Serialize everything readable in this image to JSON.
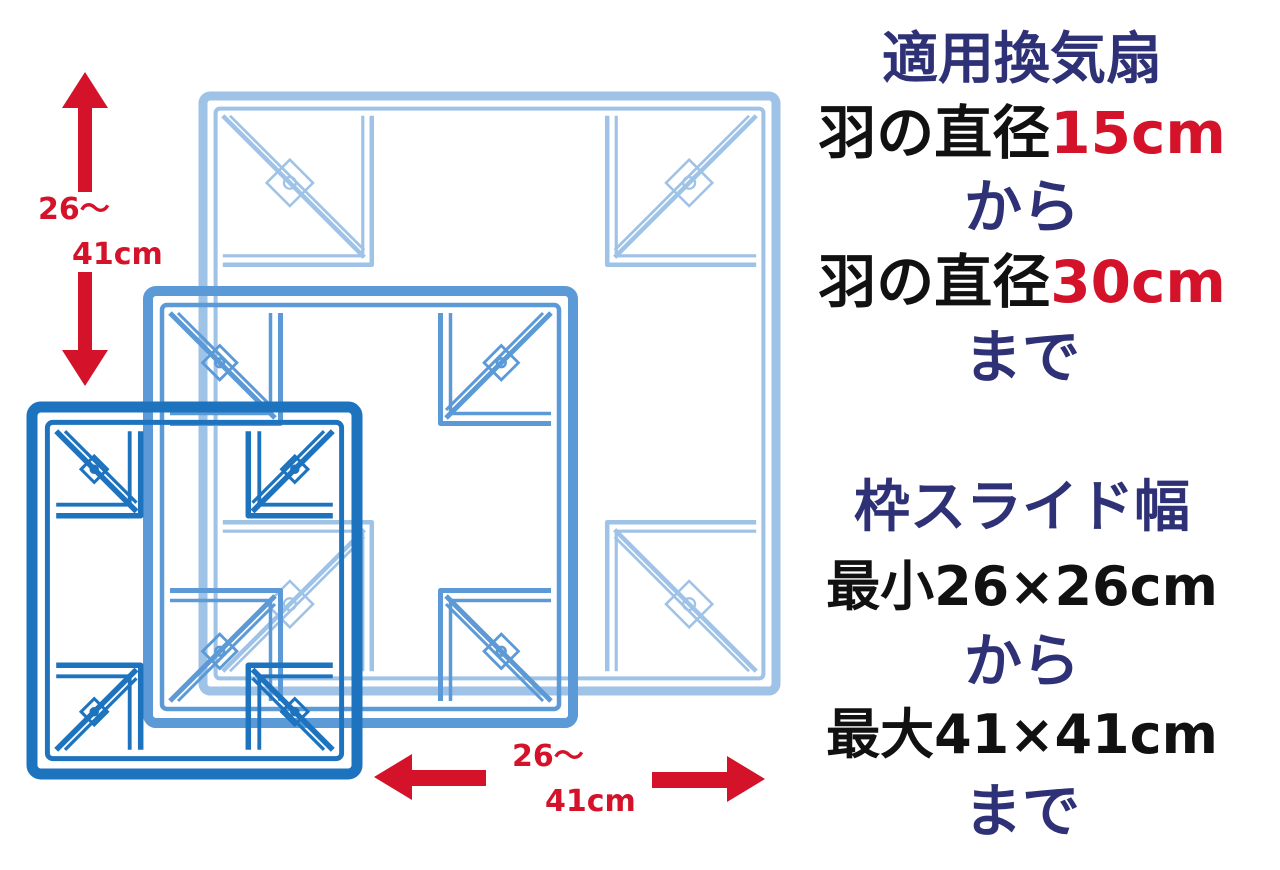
{
  "specs": {
    "fan_heading": "適用換気扇",
    "min_prefix": "羽の直径",
    "min_value": "15cm",
    "from": "から",
    "max_prefix": "羽の直径",
    "max_value": "30cm",
    "until": "まで",
    "slide_heading": "枠スライド幅",
    "slide_min": "最小26×26cm",
    "slide_from": "から",
    "slide_max": "最大41×41cm",
    "slide_until": "まで"
  },
  "dimension_labels": {
    "vertical_line1": "26～",
    "vertical_line2": "41cm",
    "horizontal_line1": "26～",
    "horizontal_line2": "41cm"
  },
  "colors": {
    "navy": "#2e3175",
    "red": "#d4132a",
    "frame_large": "#9fc2e7",
    "frame_medium": "#5b9ad6",
    "frame_small": "#1e73be"
  }
}
